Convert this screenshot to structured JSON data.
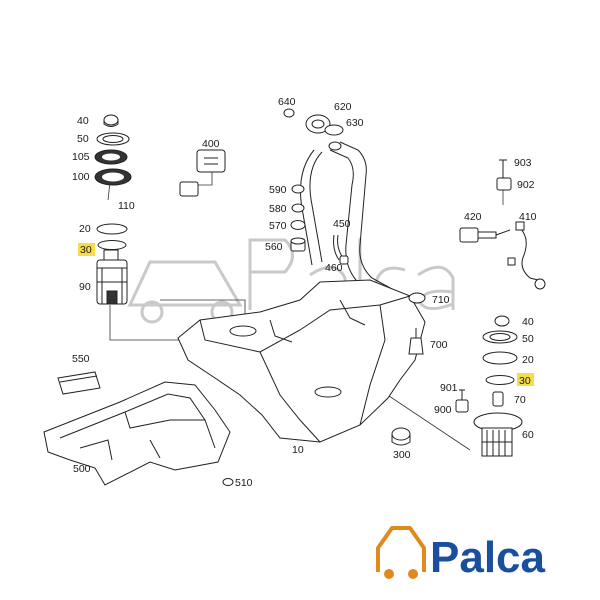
{
  "labels": {
    "l640": "640",
    "l620": "620",
    "l630": "630",
    "l40a": "40",
    "l50a": "50",
    "l105": "105",
    "l100": "100",
    "l110": "110",
    "l20a": "20",
    "l30a": "30",
    "l90": "90",
    "l400": "400",
    "l590": "590",
    "l580": "580",
    "l570": "570",
    "l560": "560",
    "l450": "450",
    "l460": "460",
    "l710": "710",
    "l700": "700",
    "l903": "903",
    "l902": "902",
    "l420": "420",
    "l410": "410",
    "l40b": "40",
    "l50b": "50",
    "l20b": "20",
    "l30b": "30",
    "l901": "901",
    "l900": "900",
    "l70": "70",
    "l60": "60",
    "l550": "550",
    "l500": "500",
    "l10": "10",
    "l300": "300",
    "l510": "510"
  },
  "brand": {
    "name": "Palca"
  },
  "colors": {
    "highlight": "#f4dd4a",
    "brand": "#1a4fa0",
    "line": "#222222",
    "watermark": "#c9c9c9"
  }
}
